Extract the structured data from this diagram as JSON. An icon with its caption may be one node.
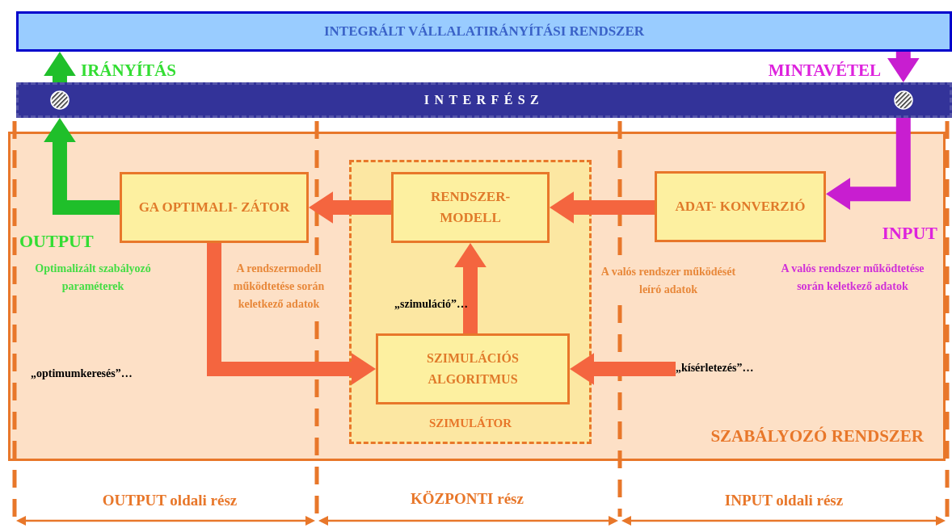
{
  "diagram": {
    "nodes": [
      {
        "text": [
          "INTEGRÁLT VÁLLALATIRÁNYÍTÁSI RENDSZER"
        ]
      },
      {
        "text": [
          "INTERFÉSZ"
        ]
      },
      {
        "text": [
          "SZABÁLYOZÓ RENDSZER"
        ]
      },
      {
        "text": [
          "SZIMULÁTOR"
        ],
        "in": 2
      },
      {
        "text": [
          "GA OPTIMALI- ZÁTOR"
        ],
        "in": 2
      },
      {
        "text": [
          "RENDSZER- MODELL"
        ],
        "in": 3
      },
      {
        "text": [
          "ADAT- KONVERZIÓ"
        ],
        "in": 2
      },
      {
        "text": [
          "SZIMULÁCIÓS ALGORITMUS"
        ],
        "in": 3
      },
      {
        "text": [
          "„kísérletezés”…"
        ],
        "in": 2
      }
    ],
    "edges": [
      {
        "from": 5,
        "to": 4,
        "arrow": "to"
      },
      {
        "from": 6,
        "to": 5,
        "arrow": "to"
      },
      {
        "from": 7,
        "to": 5,
        "arrow": "to"
      },
      {
        "from": 4,
        "to": 7,
        "arrow": "to"
      },
      {
        "from": 8,
        "to": 7,
        "arrow": "to"
      },
      {
        "from": 4,
        "to": 1,
        "arrow": "to",
        "color": "#1fbf2a"
      },
      {
        "from": 1,
        "to": 0,
        "arrow": "to",
        "color": "#1fbf2a"
      },
      {
        "from": 0,
        "to": 1,
        "arrow": "to",
        "color": "#c81ed0"
      },
      {
        "from": 1,
        "to": 6,
        "arrow": "to",
        "color": "#c81ed0"
      }
    ],
    "labels": [
      "IRÁNYÍTÁS",
      "MINTAVÉTEL",
      "OUTPUT",
      "INPUT",
      "Optimalizált szabályozó paraméterek",
      "A rendszermodell működtetése során keletkező adatok",
      "„szimuláció”…",
      "A valós rendszer működését leíró adatok",
      "A valós rendszer működtetése során keletkező adatok",
      "„optimumkeresés”…",
      "OUTPUT oldali rész",
      "KÖZPONTI rész",
      "INPUT oldali rész"
    ]
  }
}
